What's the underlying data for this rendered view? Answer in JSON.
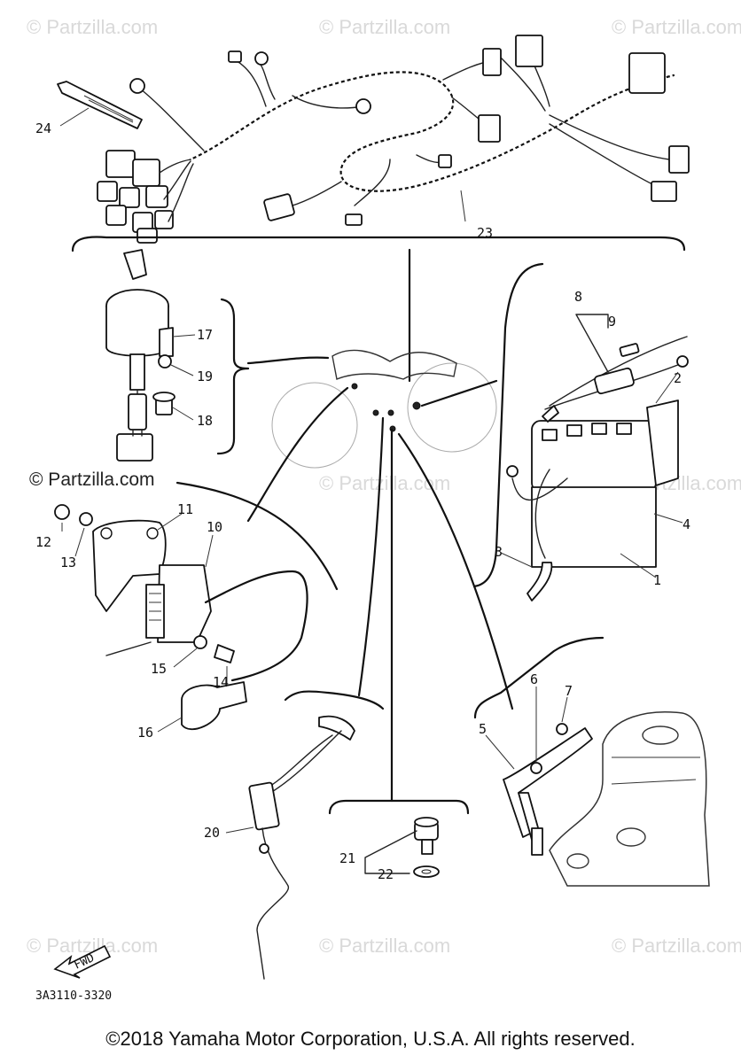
{
  "watermark_text": "© Partzilla.com",
  "logo_text": "© Partzilla.com",
  "callouts": [
    "1",
    "2",
    "3",
    "4",
    "5",
    "6",
    "7",
    "8",
    "9",
    "10",
    "11",
    "12",
    "13",
    "14",
    "15",
    "16",
    "17",
    "18",
    "19",
    "20",
    "21",
    "22",
    "23",
    "24"
  ],
  "fwd_label": "FWD",
  "diagram_code": "3A3110-3320",
  "copyright": "©2018 Yamaha Motor Corporation, U.S.A. All rights reserved."
}
